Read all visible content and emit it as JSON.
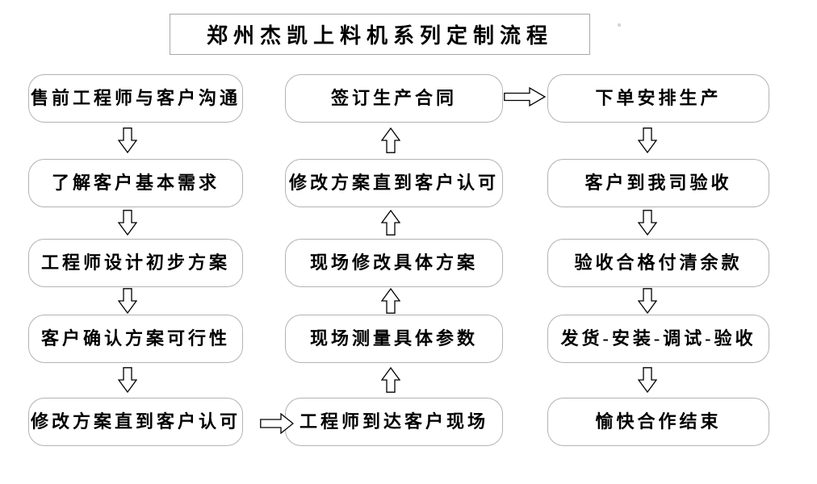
{
  "title": "郑州杰凯上料机系列定制流程",
  "flow": {
    "left": [
      "售前工程师与客户沟通",
      "了解客户基本需求",
      "工程师设计初步方案",
      "客户确认方案可行性",
      "修改方案直到客户认可"
    ],
    "middle": [
      "签订生产合同",
      "修改方案直到客户认可",
      "现场修改具体方案",
      "现场测量具体参数",
      "工程师到达客户现场"
    ],
    "right": [
      "下单安排生产",
      "客户到我司验收",
      "验收合格付清余款",
      "发货-安装-调试-验收",
      "愉快合作结束"
    ]
  },
  "icons": {
    "arrow_down": "hollow-down-block-arrow",
    "arrow_up": "hollow-up-block-arrow",
    "arrow_right": "hollow-right-block-arrow"
  },
  "colors": {
    "box_border": "#b3b3b3",
    "text": "#000000",
    "background": "#ffffff",
    "arrow_outline": "#000000"
  }
}
